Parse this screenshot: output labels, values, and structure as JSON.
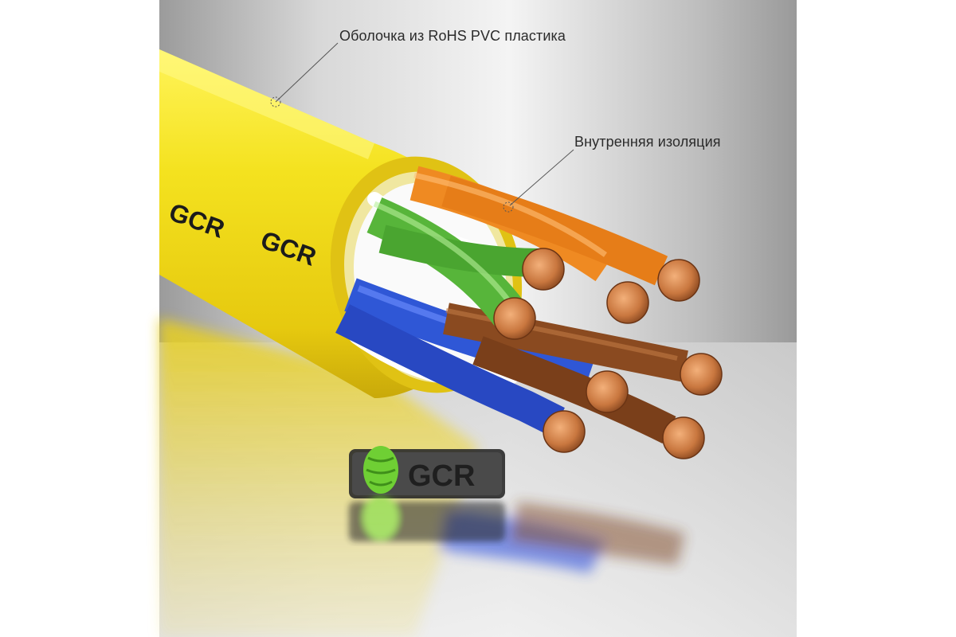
{
  "annotations": {
    "sheath": "Оболочка из RoHS PVC пластика",
    "insulation": "Внутренняя изоляция"
  },
  "branding": {
    "jacket_print": "GCR",
    "logo_text": "GCR"
  },
  "colors": {
    "jacket": "#f3dc1a",
    "green_pair": "#57b53a",
    "orange_pair": "#ef8a22",
    "brown_pair": "#8a4a20",
    "blue_pair": "#2f57d6",
    "copper": "#c9773f",
    "text": "#2b2b2b",
    "logo_leaf": "#7fdc3a"
  },
  "icons": {
    "logo": "pinecone-icon"
  }
}
